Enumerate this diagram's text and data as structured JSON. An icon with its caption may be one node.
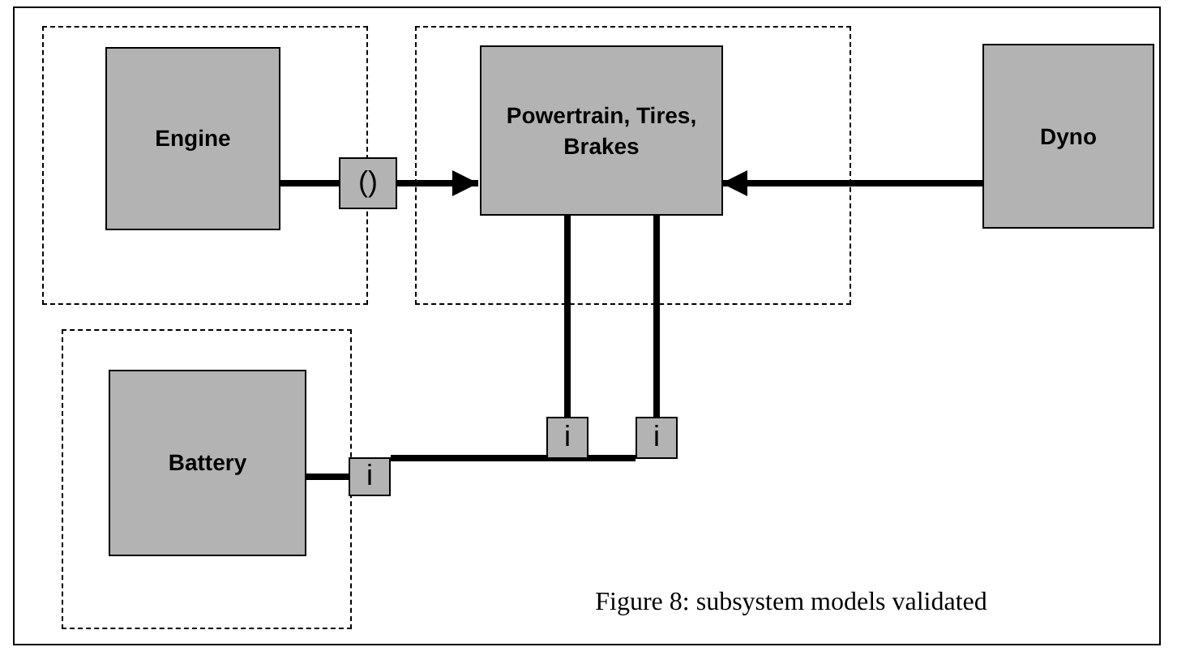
{
  "diagram": {
    "caption": "Figure 8: subsystem models validated",
    "nodes": [
      {
        "text": [],
        "shape": "box"
      },
      {
        "text": [
          "Engine"
        ],
        "in": 0
      },
      {
        "text": [
          "()"
        ]
      },
      {
        "text": [],
        "shape": "box"
      },
      {
        "text": [
          "Powertrain, Tires, Brakes"
        ],
        "in": 3
      },
      {
        "text": [
          "Dyno"
        ]
      },
      {
        "text": [],
        "shape": "box"
      },
      {
        "text": [
          "Battery"
        ],
        "in": 6
      },
      {
        "text": [
          "i"
        ]
      },
      {
        "text": [
          "i"
        ]
      },
      {
        "text": [
          "i"
        ]
      }
    ],
    "edges": [
      {
        "from": 1,
        "to": 2,
        "arrow": "none"
      },
      {
        "from": 2,
        "to": 4,
        "arrow": "to"
      },
      {
        "from": 5,
        "to": 4,
        "arrow": "to"
      },
      {
        "from": 4,
        "to": 9,
        "arrow": "none"
      },
      {
        "from": 4,
        "to": 10,
        "arrow": "none"
      },
      {
        "from": 7,
        "to": 8,
        "arrow": "none"
      },
      {
        "from": 8,
        "to": 9,
        "arrow": "none"
      },
      {
        "from": 8,
        "to": 10,
        "arrow": "none"
      }
    ]
  }
}
